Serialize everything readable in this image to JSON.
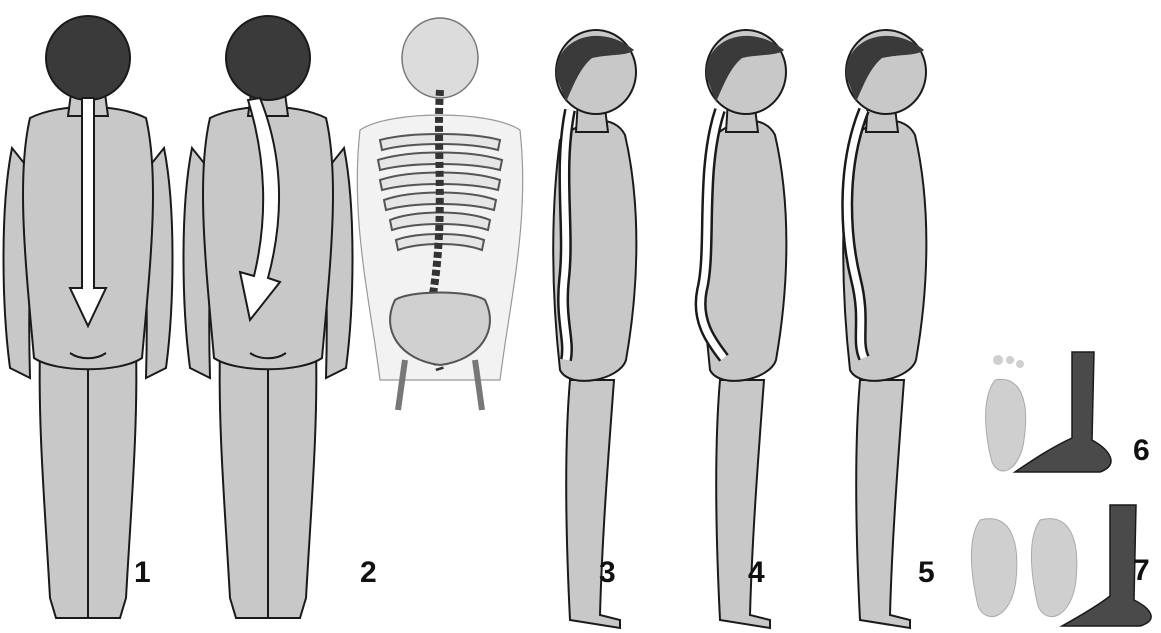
{
  "figures": [
    {
      "id": "1",
      "view": "back",
      "label": "1"
    },
    {
      "id": "2",
      "view": "back",
      "label": "2"
    },
    {
      "id": "skeleton",
      "view": "back-skeleton",
      "label": ""
    },
    {
      "id": "3",
      "view": "side",
      "label": "3"
    },
    {
      "id": "4",
      "view": "side",
      "label": "4"
    },
    {
      "id": "5",
      "view": "side",
      "label": "5"
    },
    {
      "id": "6",
      "view": "foot",
      "label": "6"
    },
    {
      "id": "7",
      "view": "foot",
      "label": "7"
    }
  ],
  "colors": {
    "skin": "#c8c8c8",
    "hair": "#3a3a3a",
    "outline": "#1a1a1a",
    "arrow": "#ffffff",
    "bone": "#e6e6e6",
    "dark_leg": "#4a4a4a"
  }
}
